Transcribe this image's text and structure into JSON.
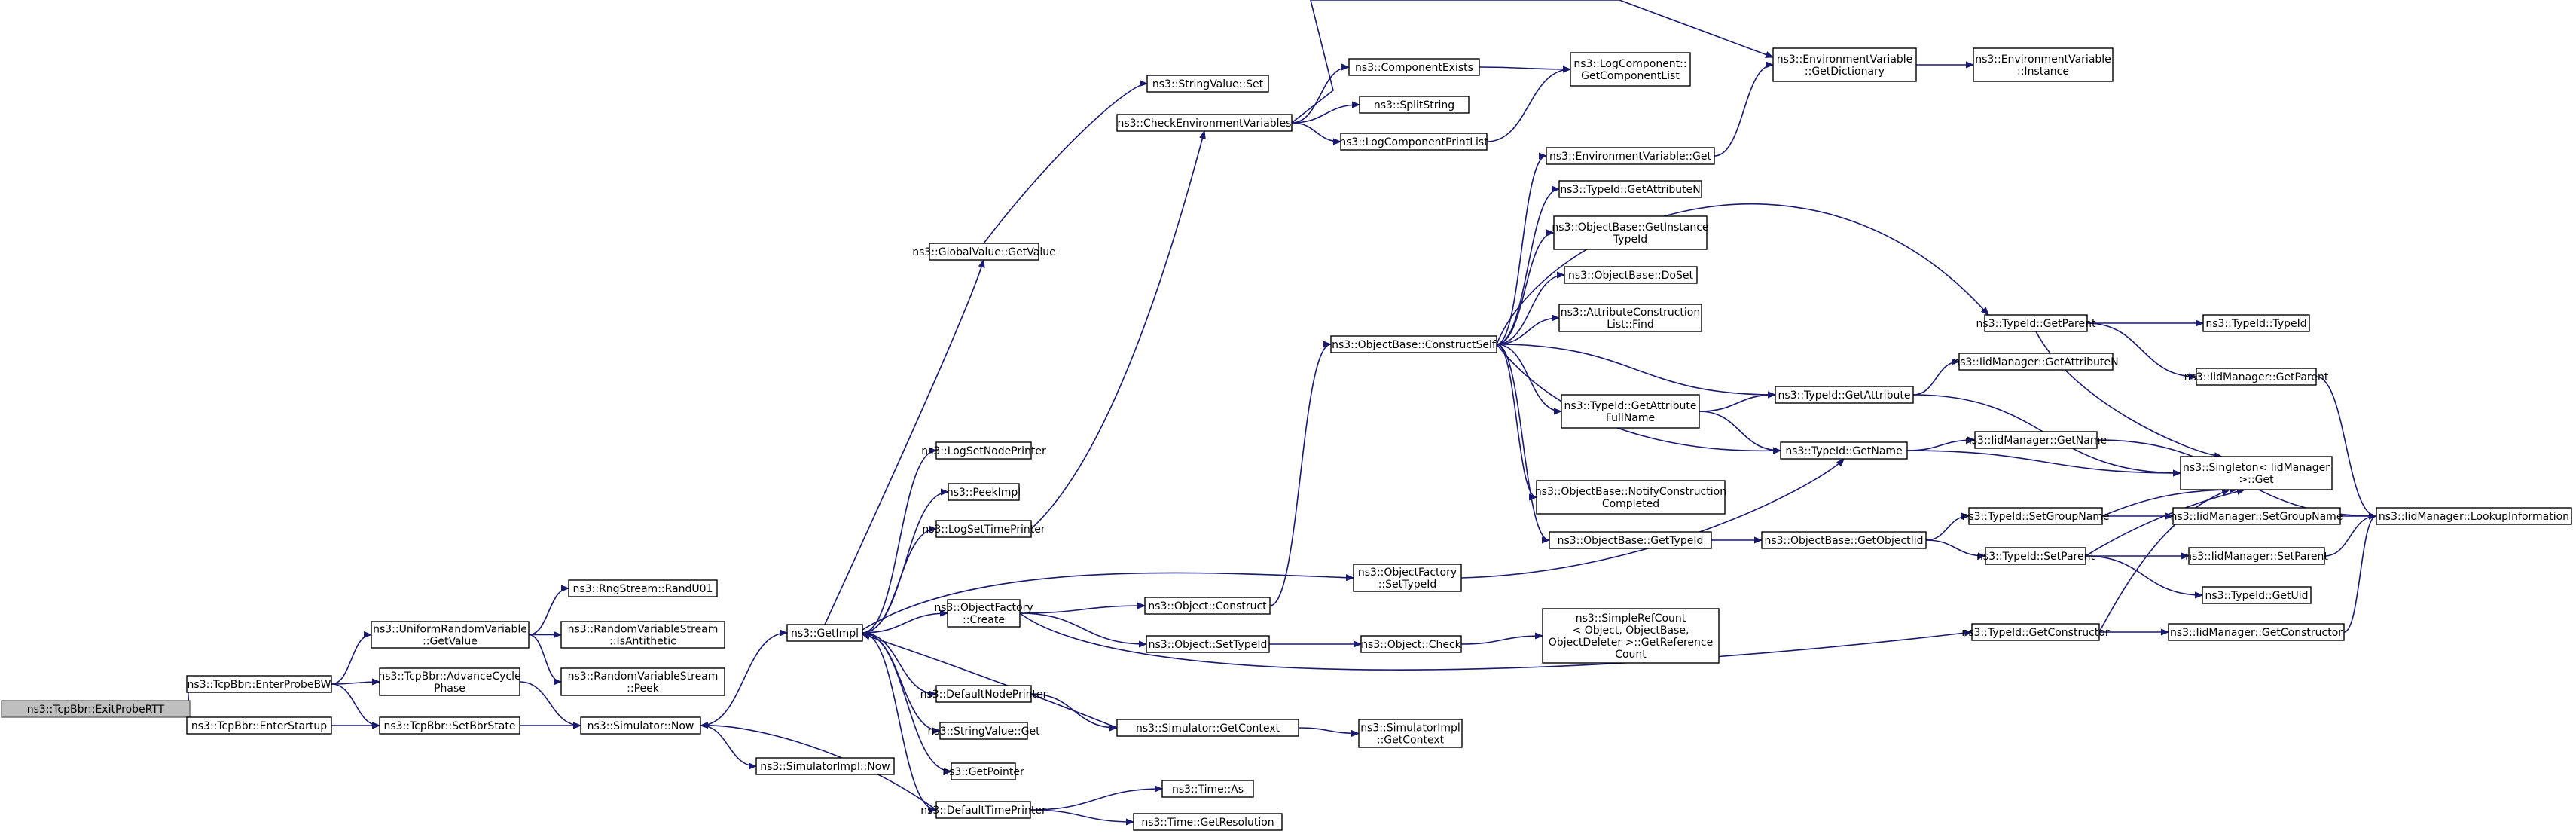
{
  "colors": {
    "edge": "#191970",
    "node_fill": "#ffffff",
    "node_border": "#000000",
    "root_fill": "#bfbfbf",
    "root_border": "#666666",
    "background": "#ffffff"
  },
  "nodes": [
    {
      "id": "n0",
      "lines": [
        "ns3::TcpBbr::ExitProbeRTT"
      ],
      "root": true
    },
    {
      "id": "n1",
      "lines": [
        "ns3::TcpBbr::EnterProbeBW"
      ]
    },
    {
      "id": "n2",
      "lines": [
        "ns3::TcpBbr::EnterStartup"
      ]
    },
    {
      "id": "n3",
      "lines": [
        "ns3::UniformRandomVariable",
        "::GetValue"
      ]
    },
    {
      "id": "n4",
      "lines": [
        "ns3::TcpBbr::AdvanceCycle",
        "Phase"
      ]
    },
    {
      "id": "n5",
      "lines": [
        "ns3::TcpBbr::SetBbrState"
      ]
    },
    {
      "id": "n6",
      "lines": [
        "ns3::RngStream::RandU01"
      ]
    },
    {
      "id": "n7",
      "lines": [
        "ns3::RandomVariableStream",
        "::IsAntithetic"
      ]
    },
    {
      "id": "n8",
      "lines": [
        "ns3::RandomVariableStream",
        "::Peek"
      ]
    },
    {
      "id": "n9",
      "lines": [
        "ns3::Simulator::Now"
      ]
    },
    {
      "id": "n10",
      "lines": [
        "ns3::SimulatorImpl::Now"
      ]
    },
    {
      "id": "n11",
      "lines": [
        "ns3::GetImpl"
      ]
    },
    {
      "id": "n12",
      "lines": [
        "ns3::GlobalValue::GetValue"
      ]
    },
    {
      "id": "n13",
      "lines": [
        "ns3::LogSetNodePrinter"
      ]
    },
    {
      "id": "n14",
      "lines": [
        "ns3::PeekImpl"
      ]
    },
    {
      "id": "n15",
      "lines": [
        "ns3::LogSetTimePrinter"
      ]
    },
    {
      "id": "n16",
      "lines": [
        "ns3::ObjectFactory",
        "::Create"
      ]
    },
    {
      "id": "n17",
      "lines": [
        "ns3::DefaultNodePrinter"
      ]
    },
    {
      "id": "n18",
      "lines": [
        "ns3::StringValue::Get"
      ]
    },
    {
      "id": "n19",
      "lines": [
        "ns3::GetPointer"
      ]
    },
    {
      "id": "n20",
      "lines": [
        "ns3::DefaultTimePrinter"
      ]
    },
    {
      "id": "n21",
      "lines": [
        "ns3::StringValue::Set"
      ]
    },
    {
      "id": "n22",
      "lines": [
        "ns3::CheckEnvironmentVariables"
      ]
    },
    {
      "id": "n23",
      "lines": [
        "ns3::ComponentExists"
      ]
    },
    {
      "id": "n24",
      "lines": [
        "ns3::SplitString"
      ]
    },
    {
      "id": "n25",
      "lines": [
        "ns3::LogComponentPrintList"
      ]
    },
    {
      "id": "n26",
      "lines": [
        "ns3::LogComponent::",
        "GetComponentList"
      ]
    },
    {
      "id": "n27",
      "lines": [
        "ns3::EnvironmentVariable",
        "::GetDictionary"
      ]
    },
    {
      "id": "n28",
      "lines": [
        "ns3::EnvironmentVariable",
        "::Instance"
      ]
    },
    {
      "id": "n29",
      "lines": [
        "ns3::EnvironmentVariable::Get"
      ]
    },
    {
      "id": "n30",
      "lines": [
        "ns3::Object::Construct"
      ]
    },
    {
      "id": "n31",
      "lines": [
        "ns3::Object::SetTypeId"
      ]
    },
    {
      "id": "n32",
      "lines": [
        "ns3::Simulator::GetContext"
      ]
    },
    {
      "id": "n33",
      "lines": [
        "ns3::Time::As"
      ]
    },
    {
      "id": "n34",
      "lines": [
        "ns3::Time::GetResolution"
      ]
    },
    {
      "id": "n35",
      "lines": [
        "ns3::ObjectFactory",
        "::SetTypeId"
      ]
    },
    {
      "id": "n36",
      "lines": [
        "ns3::ObjectBase::ConstructSelf"
      ]
    },
    {
      "id": "n37",
      "lines": [
        "ns3::Object::Check"
      ]
    },
    {
      "id": "n38",
      "lines": [
        "ns3::SimulatorImpl",
        "::GetContext"
      ]
    },
    {
      "id": "n39",
      "lines": [
        "ns3::TypeId::GetAttributeN"
      ]
    },
    {
      "id": "n40",
      "lines": [
        "ns3::ObjectBase::GetInstance",
        "TypeId"
      ]
    },
    {
      "id": "n41",
      "lines": [
        "ns3::ObjectBase::DoSet"
      ]
    },
    {
      "id": "n42",
      "lines": [
        "ns3::AttributeConstruction",
        "List::Find"
      ]
    },
    {
      "id": "n43",
      "lines": [
        "ns3::TypeId::GetAttribute",
        "FullName"
      ]
    },
    {
      "id": "n44",
      "lines": [
        "ns3::ObjectBase::NotifyConstruction",
        "Completed"
      ]
    },
    {
      "id": "n45",
      "lines": [
        "ns3::ObjectBase::GetTypeId"
      ]
    },
    {
      "id": "n46",
      "lines": [
        "ns3::SimpleRefCount",
        "< Object, ObjectBase,",
        "ObjectDeleter >::GetReference",
        "Count"
      ]
    },
    {
      "id": "n47",
      "lines": [
        "ns3::TypeId::GetAttribute"
      ]
    },
    {
      "id": "n48",
      "lines": [
        "ns3::TypeId::GetName"
      ]
    },
    {
      "id": "n49",
      "lines": [
        "ns3::ObjectBase::GetObjectIid"
      ]
    },
    {
      "id": "n50",
      "lines": [
        "ns3::TypeId::GetParent"
      ]
    },
    {
      "id": "n51",
      "lines": [
        "ns3::IidManager::GetAttributeN"
      ]
    },
    {
      "id": "n52",
      "lines": [
        "ns3::IidManager::GetName"
      ]
    },
    {
      "id": "n53",
      "lines": [
        "ns3::TypeId::SetGroupName"
      ]
    },
    {
      "id": "n54",
      "lines": [
        "ns3::TypeId::SetParent"
      ]
    },
    {
      "id": "n55",
      "lines": [
        "ns3::TypeId::GetConstructor"
      ]
    },
    {
      "id": "n56",
      "lines": [
        "ns3::TypeId::TypeId"
      ]
    },
    {
      "id": "n57",
      "lines": [
        "ns3::IidManager::GetParent"
      ]
    },
    {
      "id": "n58",
      "lines": [
        "ns3::Singleton< IidManager",
        " >::Get"
      ]
    },
    {
      "id": "n59",
      "lines": [
        "ns3::IidManager::SetGroupName"
      ]
    },
    {
      "id": "n60",
      "lines": [
        "ns3::IidManager::SetParent"
      ]
    },
    {
      "id": "n61",
      "lines": [
        "ns3::TypeId::GetUid"
      ]
    },
    {
      "id": "n62",
      "lines": [
        "ns3::IidManager::GetConstructor"
      ]
    },
    {
      "id": "n63",
      "lines": [
        "ns3::IidManager::LookupInformation"
      ]
    }
  ],
  "edges": [
    [
      "n0",
      "n1"
    ],
    [
      "n0",
      "n2"
    ],
    [
      "n1",
      "n3"
    ],
    [
      "n1",
      "n4"
    ],
    [
      "n1",
      "n5"
    ],
    [
      "n2",
      "n5"
    ],
    [
      "n3",
      "n6"
    ],
    [
      "n3",
      "n7"
    ],
    [
      "n3",
      "n8"
    ],
    [
      "n4",
      "n9"
    ],
    [
      "n5",
      "n9"
    ],
    [
      "n9",
      "n10"
    ],
    [
      "n9",
      "n11"
    ],
    [
      "n11",
      "n12"
    ],
    [
      "n11",
      "n13"
    ],
    [
      "n11",
      "n14"
    ],
    [
      "n11",
      "n15"
    ],
    [
      "n11",
      "n16"
    ],
    [
      "n11",
      "n17"
    ],
    [
      "n11",
      "n18"
    ],
    [
      "n11",
      "n19"
    ],
    [
      "n11",
      "n20"
    ],
    [
      "n11",
      "n35"
    ],
    [
      "n12",
      "n21"
    ],
    [
      "n15",
      "n22"
    ],
    [
      "n22",
      "n23"
    ],
    [
      "n22",
      "n24"
    ],
    [
      "n22",
      "n25"
    ],
    [
      "n22",
      "n27"
    ],
    [
      "n23",
      "n26"
    ],
    [
      "n25",
      "n26"
    ],
    [
      "n27",
      "n28"
    ],
    [
      "n29",
      "n27"
    ],
    [
      "n16",
      "n30"
    ],
    [
      "n16",
      "n31"
    ],
    [
      "n16",
      "n55"
    ],
    [
      "n17",
      "n32"
    ],
    [
      "n32",
      "n11"
    ],
    [
      "n32",
      "n38"
    ],
    [
      "n20",
      "n9"
    ],
    [
      "n20",
      "n33"
    ],
    [
      "n20",
      "n34"
    ],
    [
      "n30",
      "n36"
    ],
    [
      "n31",
      "n37"
    ],
    [
      "n37",
      "n46"
    ],
    [
      "n35",
      "n48"
    ],
    [
      "n36",
      "n29"
    ],
    [
      "n36",
      "n39"
    ],
    [
      "n36",
      "n40"
    ],
    [
      "n36",
      "n41"
    ],
    [
      "n36",
      "n42"
    ],
    [
      "n36",
      "n43"
    ],
    [
      "n36",
      "n44"
    ],
    [
      "n36",
      "n45"
    ],
    [
      "n36",
      "n47"
    ],
    [
      "n36",
      "n48"
    ],
    [
      "n36",
      "n50"
    ],
    [
      "n43",
      "n47"
    ],
    [
      "n43",
      "n48"
    ],
    [
      "n45",
      "n49"
    ],
    [
      "n47",
      "n51"
    ],
    [
      "n47",
      "n58"
    ],
    [
      "n48",
      "n52"
    ],
    [
      "n48",
      "n58"
    ],
    [
      "n49",
      "n53"
    ],
    [
      "n49",
      "n54"
    ],
    [
      "n50",
      "n56"
    ],
    [
      "n50",
      "n57"
    ],
    [
      "n50",
      "n58"
    ],
    [
      "n52",
      "n63"
    ],
    [
      "n53",
      "n58"
    ],
    [
      "n53",
      "n59"
    ],
    [
      "n54",
      "n58"
    ],
    [
      "n54",
      "n60"
    ],
    [
      "n54",
      "n61"
    ],
    [
      "n55",
      "n58"
    ],
    [
      "n55",
      "n62"
    ],
    [
      "n57",
      "n63"
    ],
    [
      "n59",
      "n63"
    ],
    [
      "n60",
      "n63"
    ],
    [
      "n62",
      "n63"
    ]
  ]
}
